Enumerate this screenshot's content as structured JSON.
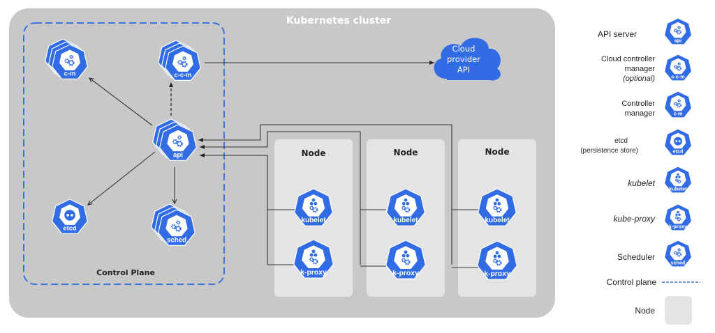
{
  "diagram": {
    "title": "Kubernetes cluster",
    "control_plane_label": "Control Plane",
    "cloud": {
      "lines": [
        "Cloud",
        "provider",
        "API"
      ]
    },
    "control_plane_components": [
      {
        "id": "c-m",
        "label": "c-m",
        "kind": "controller-manager",
        "stacked": true
      },
      {
        "id": "c-c-m",
        "label": "c-c-m",
        "kind": "cloud-controller-manager",
        "stacked": true
      },
      {
        "id": "api",
        "label": "api",
        "kind": "api-server",
        "stacked": true
      },
      {
        "id": "etcd",
        "label": "etcd",
        "kind": "etcd",
        "stacked": false
      },
      {
        "id": "sched",
        "label": "sched",
        "kind": "scheduler",
        "stacked": true
      }
    ],
    "nodes": [
      {
        "title": "Node",
        "components": [
          "kubelet",
          "k-proxy"
        ]
      },
      {
        "title": "Node",
        "components": [
          "kubelet",
          "k-proxy"
        ]
      },
      {
        "title": "Node",
        "components": [
          "kubelet",
          "k-proxy"
        ]
      }
    ],
    "connections": [
      {
        "from": "api",
        "to": "c-m",
        "style": "solid"
      },
      {
        "from": "api",
        "to": "c-c-m",
        "style": "dashed"
      },
      {
        "from": "api",
        "to": "etcd",
        "style": "solid"
      },
      {
        "from": "api",
        "to": "sched",
        "style": "solid"
      },
      {
        "from": "c-c-m",
        "to": "cloud-provider-api",
        "style": "solid"
      },
      {
        "from": "node-1",
        "to": "api",
        "style": "solid"
      },
      {
        "from": "node-2",
        "to": "api",
        "style": "solid"
      },
      {
        "from": "node-3",
        "to": "api",
        "style": "solid"
      }
    ]
  },
  "legend": {
    "items": [
      {
        "label_lines": [
          "API server"
        ],
        "icon_label": "api",
        "italic": false
      },
      {
        "label_lines": [
          "Cloud controller",
          "manager",
          "(optional)"
        ],
        "icon_label": "c-c-m",
        "italic": false
      },
      {
        "label_lines": [
          "Controller",
          "manager"
        ],
        "icon_label": "c-m",
        "italic": false
      },
      {
        "label_lines": [
          "etcd",
          "(persistence store)"
        ],
        "icon_label": "etcd",
        "italic": false
      },
      {
        "label_lines": [
          "kubelet"
        ],
        "icon_label": "kubelet",
        "italic": true
      },
      {
        "label_lines": [
          "kube-proxy"
        ],
        "icon_label": "k-proxy",
        "italic": true
      },
      {
        "label_lines": [
          "Scheduler"
        ],
        "icon_label": "sched",
        "italic": false
      }
    ],
    "control_plane_label": "Control plane",
    "node_label": "Node"
  },
  "colors": {
    "k8s_blue": "#326ce5",
    "cluster_bg": "#c8c8c8",
    "node_bg": "#e4e4e4",
    "control_plane_border": "#3b73e0",
    "line": "#333333"
  }
}
